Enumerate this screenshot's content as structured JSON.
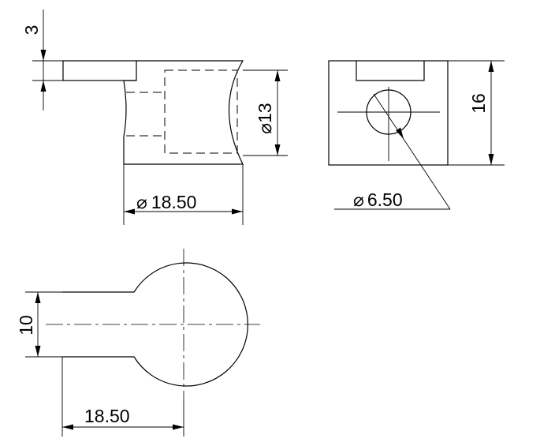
{
  "dimensions": {
    "flange_thickness": "3",
    "bore_diameter": "13",
    "body_diameter_top": "18.50",
    "side_height": "16",
    "hole_diameter": "6.50",
    "slot_width": "10",
    "body_length_plan": "18.50"
  },
  "symbols": {
    "diameter": "⌀"
  }
}
